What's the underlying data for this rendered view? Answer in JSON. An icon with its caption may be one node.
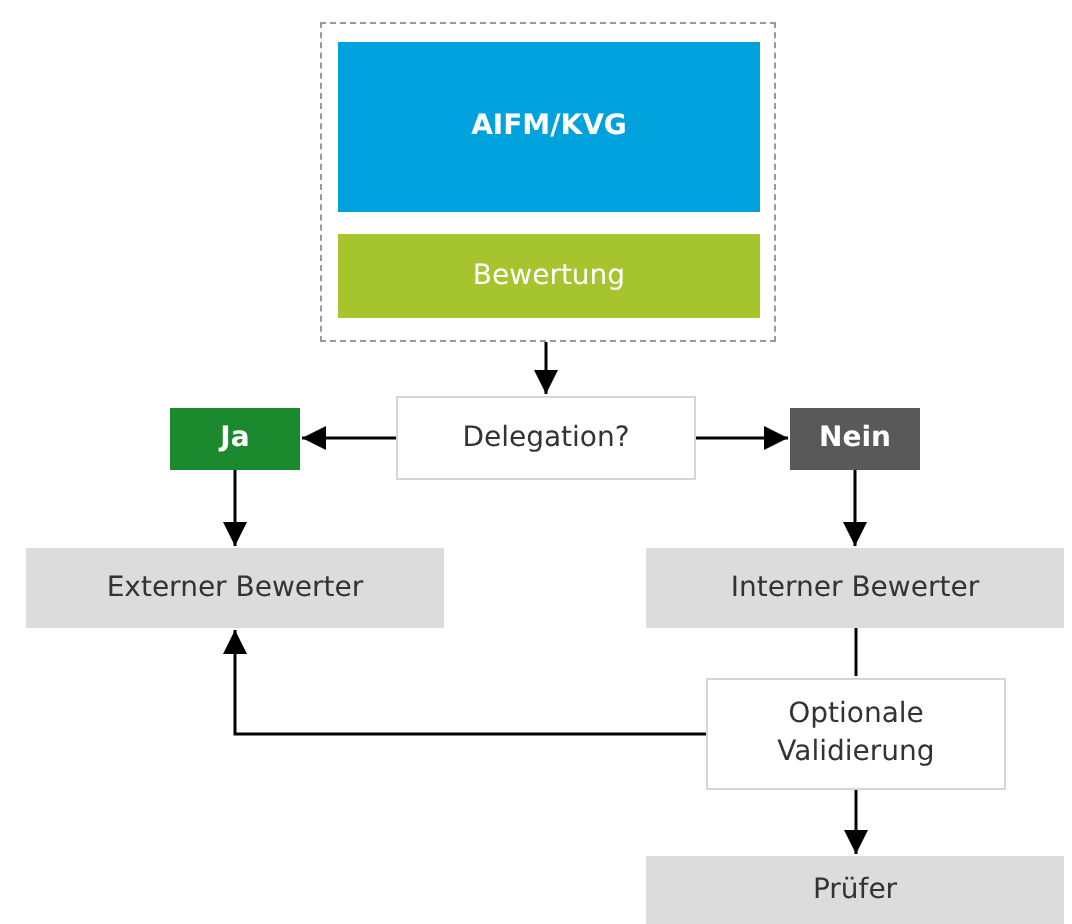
{
  "diagram": {
    "nodes": [
      {
        "text": [],
        "shape": "box"
      },
      {
        "text": [
          "AIFM/KVG"
        ],
        "in": 0
      },
      {
        "text": [
          "Bewertung"
        ],
        "in": 0
      },
      {
        "text": [
          "Delegation?"
        ]
      },
      {
        "text": [
          "Ja"
        ]
      },
      {
        "text": [
          "Nein"
        ]
      },
      {
        "text": [
          "Externer Bewerter"
        ]
      },
      {
        "text": [
          "Interner Bewerter"
        ]
      },
      {
        "text": [
          "Optionale Validierung"
        ]
      },
      {
        "text": [
          "Prüfer"
        ]
      }
    ],
    "edges": [
      {
        "from": 0,
        "to": 3,
        "arrow": "to"
      },
      {
        "from": 3,
        "to": 4,
        "arrow": "to"
      },
      {
        "from": 3,
        "to": 5,
        "arrow": "to"
      },
      {
        "from": 4,
        "to": 6,
        "arrow": "to"
      },
      {
        "from": 5,
        "to": 7,
        "arrow": "to"
      },
      {
        "from": 7,
        "to": 8,
        "arrow": "none"
      },
      {
        "from": 8,
        "to": 6,
        "arrow": "to"
      },
      {
        "from": 8,
        "to": 9,
        "arrow": "to"
      }
    ]
  }
}
